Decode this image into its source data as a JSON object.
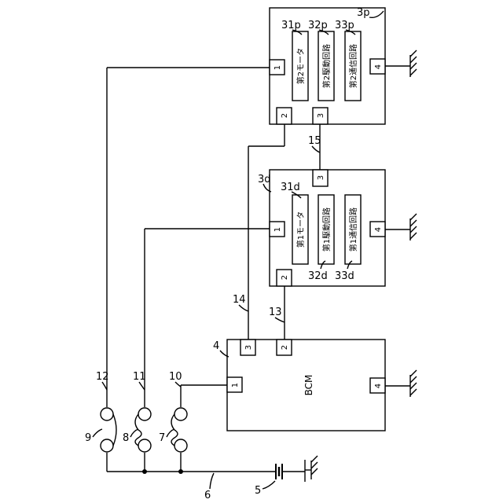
{
  "labels": {
    "bcm": "BCM",
    "actuator_p": "3p",
    "actuator_d": "3d",
    "motor_p": "31p",
    "drive_p": "32p",
    "comm_p": "33p",
    "motor_d": "31d",
    "drive_d": "32d",
    "comm_d": "33d",
    "battery": "5",
    "ground_line": "6",
    "fuse_7": "7",
    "fuse_8": "8",
    "fuse_9": "9",
    "wire_10": "10",
    "wire_11": "11",
    "wire_12": "12",
    "wire_13": "13",
    "wire_14": "14",
    "wire_15": "15",
    "bcm_ref": "4"
  },
  "blocks": {
    "motor_p": "第2モータ",
    "drive_p": "第2駆動回路",
    "comm_p": "第2通信回路",
    "motor_d": "第1モータ",
    "drive_d": "第1駆動回路",
    "comm_d": "第1通信回路"
  },
  "terminals": {
    "p1": "1",
    "p2": "2",
    "p3": "3",
    "p4": "4",
    "d1": "1",
    "d2": "2",
    "d3": "3",
    "d4": "4",
    "b1": "1",
    "b2": "2",
    "b3": "3",
    "b4": "4"
  }
}
